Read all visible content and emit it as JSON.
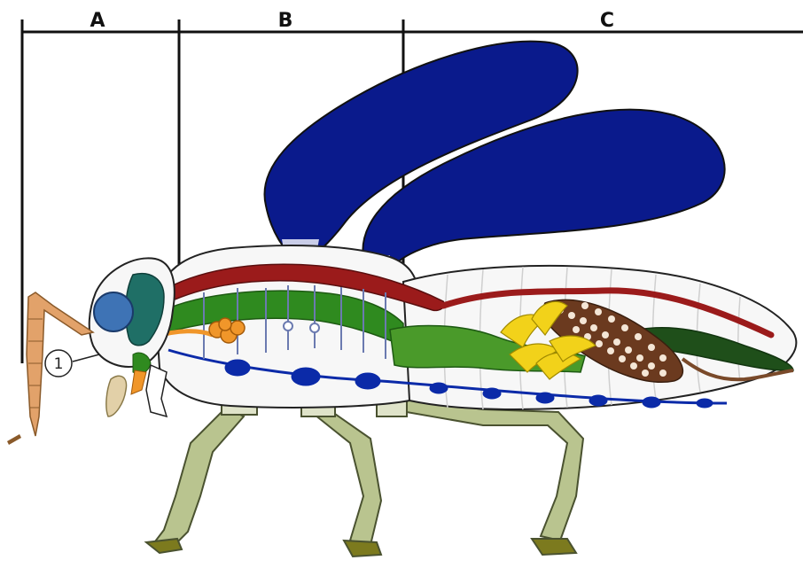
{
  "segments": [
    {
      "label": "A"
    },
    {
      "label": "B"
    },
    {
      "label": "C"
    }
  ],
  "callouts": [
    {
      "number": "1"
    }
  ],
  "colors": {
    "background": "#ffffff",
    "outline": "#111111",
    "wings": "#0a1a8c",
    "body": "#f7f7f7",
    "dorsal_vessel": "#9b1b1b",
    "gut": "#2f8a1f",
    "head_capsule": "#1f6f66",
    "compound_eye": "#3e73b5",
    "nerve_cord": "#0b2aa8",
    "salivary_gland": "#f0962a",
    "malpighian_tubules": "#f2d21a",
    "ovary": "#6b3a1f",
    "legs": "#b9c48f",
    "antenna": "#e2a26a"
  }
}
